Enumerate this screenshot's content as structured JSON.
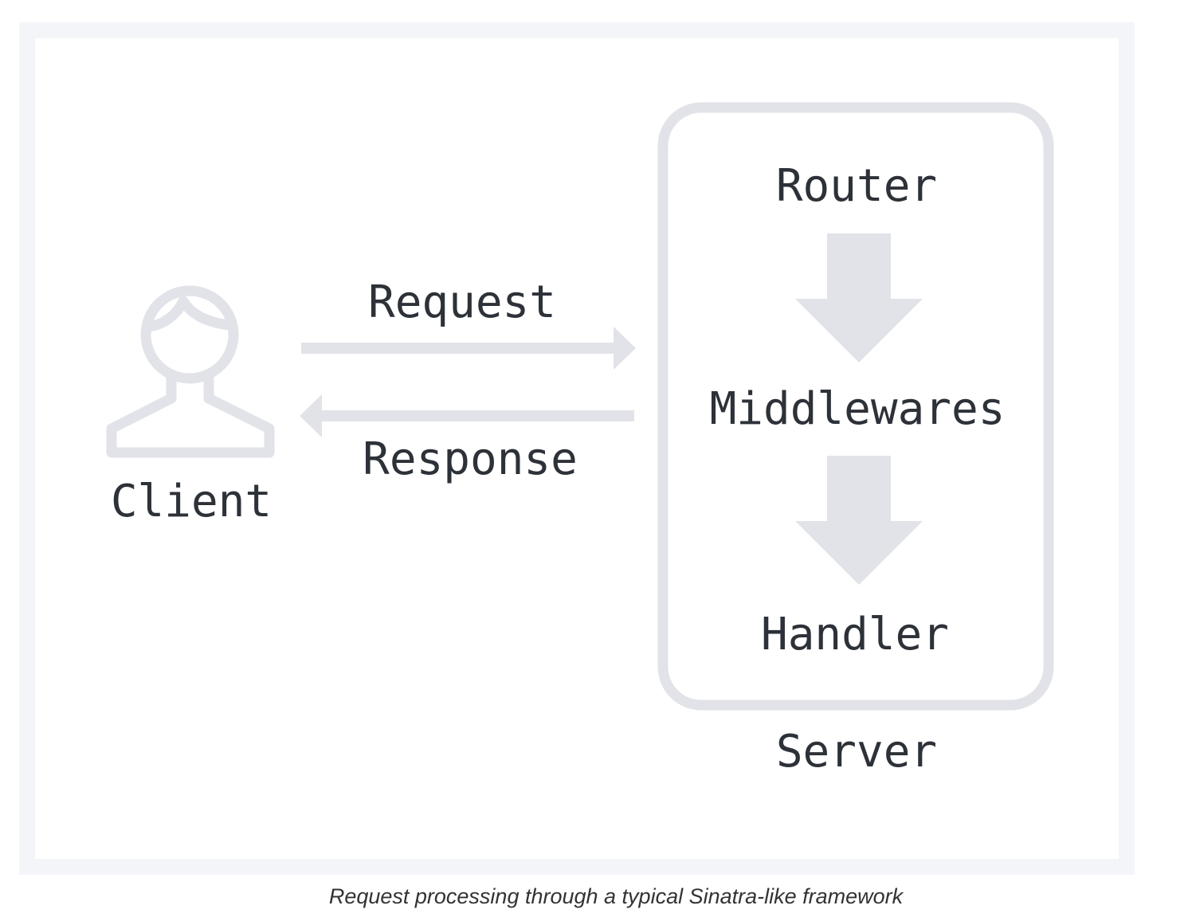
{
  "colors": {
    "shape_fill": "#e1e3e8",
    "text": "#2d3138",
    "frame": "#f4f5f9"
  },
  "diagram": {
    "client": {
      "icon": "user-icon",
      "label": "Client"
    },
    "arrows": {
      "request_label": "Request",
      "response_label": "Response"
    },
    "server": {
      "label": "Server",
      "stages": [
        "Router",
        "Middlewares",
        "Handler"
      ]
    }
  },
  "caption": "Request processing through a typical Sinatra-like framework"
}
